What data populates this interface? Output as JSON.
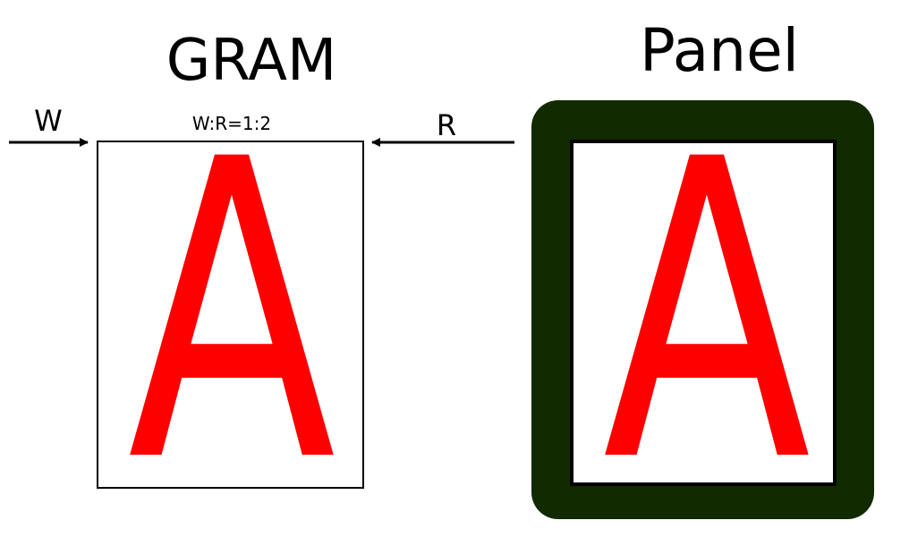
{
  "gram": {
    "title": "GRAM",
    "ratio_label": "W:R=1:2",
    "letter": "A"
  },
  "panel": {
    "title": "Panel",
    "letter": "A"
  },
  "arrows": {
    "write_label": "W",
    "read_label": "R"
  },
  "colors": {
    "letter": "#ff0000",
    "bezel": "#112a00",
    "frame": "#000000",
    "background": "#ffffff"
  }
}
